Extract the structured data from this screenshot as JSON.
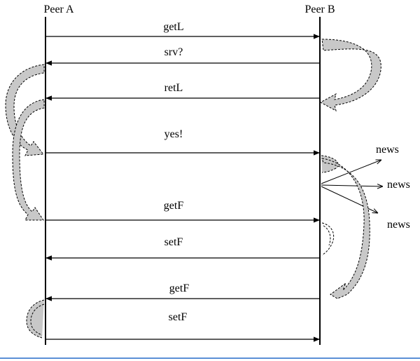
{
  "peers": {
    "a": "Peer A",
    "b": "Peer B"
  },
  "messages": [
    {
      "label": "getL",
      "direction": "a-to-b"
    },
    {
      "label": "srv?",
      "direction": "b-to-a"
    },
    {
      "label": "retL",
      "direction": "b-to-a"
    },
    {
      "label": "yes!",
      "direction": "a-to-b"
    },
    {
      "label": "getF",
      "direction": "a-to-b"
    },
    {
      "label": "setF",
      "direction": "b-to-a"
    },
    {
      "label": "getF",
      "direction": "b-to-a"
    },
    {
      "label": "setF",
      "direction": "a-to-b"
    }
  ],
  "broadcast": [
    "news",
    "news",
    "news"
  ],
  "colors": {
    "line": "#000000",
    "curl_fill": "#c8c8c8",
    "frame_bottom": "#5b8fd6"
  }
}
